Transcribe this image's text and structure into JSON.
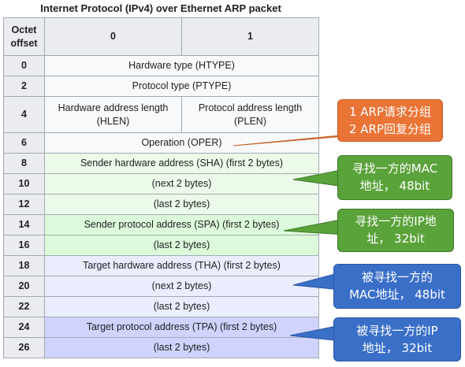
{
  "caption": "Internet Protocol (IPv4) over Ethernet ARP packet",
  "header": {
    "offset_line1": "Octet",
    "offset_line2": "offset",
    "col0": "0",
    "col1": "1"
  },
  "rows": [
    {
      "offset": "0",
      "text": "Hardware type (HTYPE)"
    },
    {
      "offset": "2",
      "text": "Protocol type (PTYPE)"
    },
    {
      "offset": "4",
      "left_line1": "Hardware address length",
      "left_line2": "(HLEN)",
      "right_line1": "Protocol address length",
      "right_line2": "(PLEN)"
    },
    {
      "offset": "6",
      "text": "Operation (OPER)"
    },
    {
      "offset": "8",
      "text": "Sender hardware address (SHA) (first 2 bytes)"
    },
    {
      "offset": "10",
      "text": "(next 2 bytes)"
    },
    {
      "offset": "12",
      "text": "(last 2 bytes)"
    },
    {
      "offset": "14",
      "text": "Sender protocol address (SPA) (first 2 bytes)"
    },
    {
      "offset": "16",
      "text": "(last 2 bytes)"
    },
    {
      "offset": "18",
      "text": "Target hardware address (THA) (first 2 bytes)"
    },
    {
      "offset": "20",
      "text": "(next 2 bytes)"
    },
    {
      "offset": "22",
      "text": "(last 2 bytes)"
    },
    {
      "offset": "24",
      "text": "Target protocol address (TPA) (first 2 bytes)"
    },
    {
      "offset": "26",
      "text": "(last 2 bytes)"
    }
  ],
  "callouts": {
    "oper": {
      "line1": "1 ARP请求分组",
      "line2": "2 ARP回复分组",
      "color": "#ea7436"
    },
    "sha": {
      "line1": "寻找一方的MAC",
      "line2": "地址， 48bit",
      "color": "#5aa23a"
    },
    "spa": {
      "line1": "寻找一方的IP地",
      "line2": "址， 32bit",
      "color": "#5aa23a"
    },
    "tha": {
      "line1": "被寻找一方的",
      "line2": "MAC地址， 48bit",
      "color": "#3a6fc8"
    },
    "tpa": {
      "line1": "被寻找一方的IP",
      "line2": "地址， 32bit",
      "color": "#3a6fc8"
    }
  }
}
